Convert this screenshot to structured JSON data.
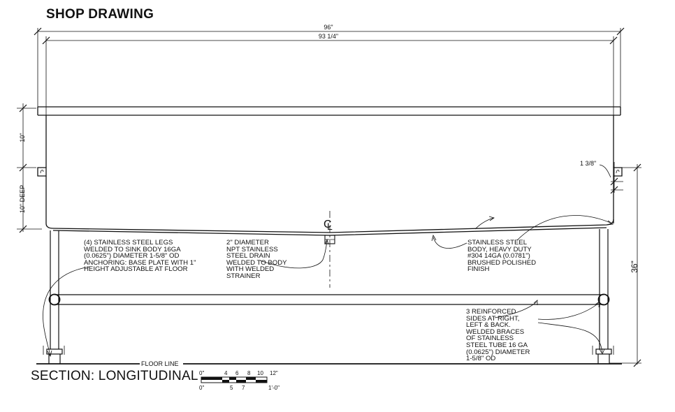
{
  "title": "SHOP DRAWING",
  "section_label": "SECTION: LONGITUDINAL",
  "dimensions": {
    "overall_width": "96\"",
    "inner_width": "93 1/4\"",
    "rim_height": "10\"",
    "bowl_depth": "10\" DEEP",
    "lip": "1 3/8\"",
    "overall_height": "36\""
  },
  "centerline_label": "CL",
  "floor_line": "FLOOR LINE",
  "notes": {
    "legs": [
      "(4) STAINLESS STEEL LEGS",
      "WELDED TO SINK BODY 16GA",
      "(0.0625\") DIAMETER 1-5/8\" OD",
      "ANCHORING: BASE PLATE WITH 1\"",
      "HEIGHT ADJUSTABLE AT FLOOR"
    ],
    "drain": [
      "2\" DIAMETER",
      "NPT  STAINLESS",
      "STEEL DRAIN",
      "WELDED TO BODY",
      "WITH WELDED",
      "STRAINER"
    ],
    "body": [
      "STAINLESS STEEL",
      "BODY, HEAVY DUTY",
      "#304 14GA (0.0781\")",
      "BRUSHED POLISHED",
      "FINISH"
    ],
    "braces": [
      "3 REINFORCED",
      "SIDES AT RIGHT,",
      "LEFT & BACK.",
      "WELDED BRACES",
      "OF STAINLESS",
      "STEEL TUBE 16 GA",
      "(0.0625\") DIAMETER",
      "1-5/8\" OD"
    ]
  },
  "scale": {
    "top_labels": [
      "0\"",
      "4",
      "6",
      "8",
      "10",
      "12\""
    ],
    "bottom_labels": [
      "0\"",
      "5",
      "7",
      "1'-0\""
    ]
  }
}
